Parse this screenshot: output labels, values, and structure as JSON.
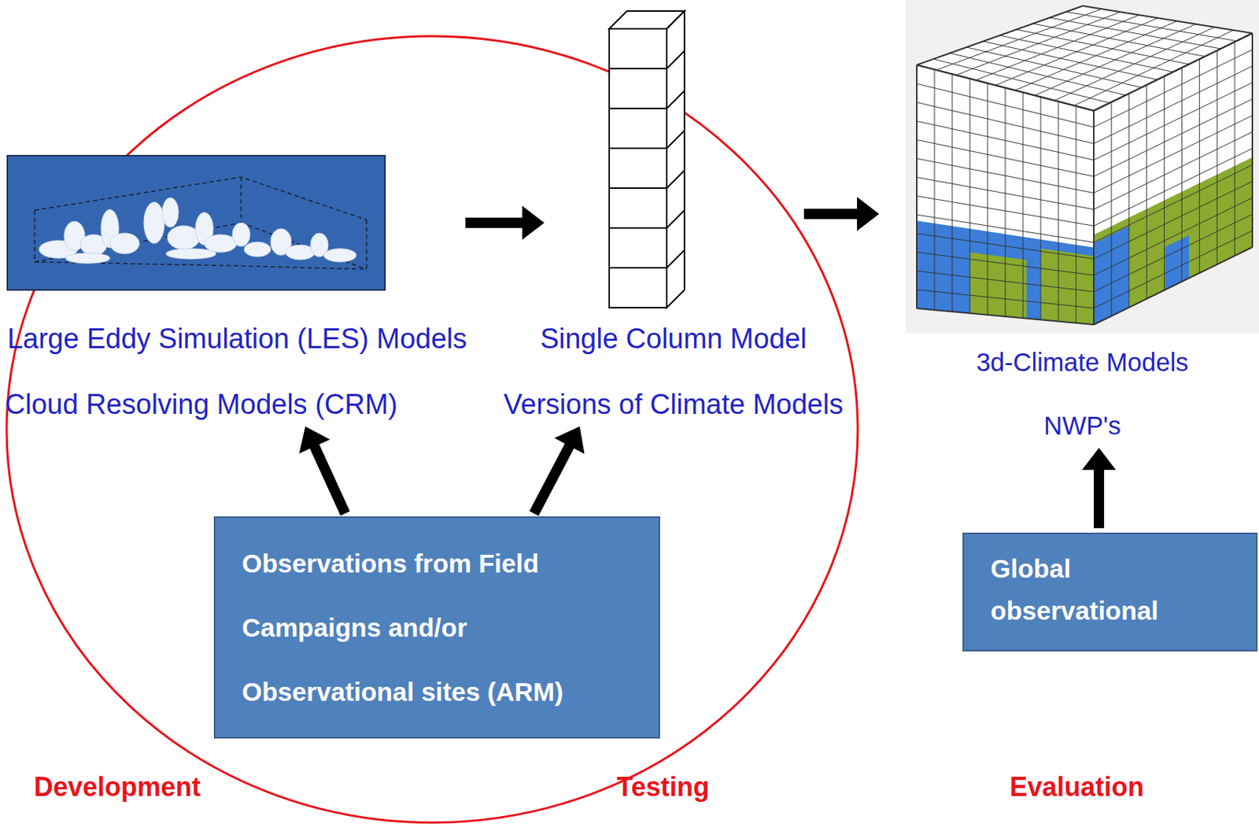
{
  "diagram": {
    "nodes": [
      {
        "text": [
          "Large Eddy Simulation (LES) Models",
          "Cloud Resolving Models (CRM)"
        ]
      },
      {
        "text": [
          "Single Column Model",
          "Versions of Climate Models"
        ]
      },
      {
        "text": [
          "3d-Climate Models",
          "NWP's"
        ]
      },
      {
        "text": [
          "Observations from Field Campaigns and/or Observational sites (ARM)"
        ]
      },
      {
        "text": [
          "Global observational"
        ]
      }
    ],
    "edges": [
      {
        "from": 0,
        "to": 1,
        "arrow": "to"
      },
      {
        "from": 1,
        "to": 2,
        "arrow": "to"
      },
      {
        "from": 3,
        "to": 0,
        "arrow": "to"
      },
      {
        "from": 3,
        "to": 1,
        "arrow": "to"
      },
      {
        "from": 4,
        "to": 2,
        "arrow": "to"
      }
    ],
    "labels": [
      "Development",
      "Testing",
      "Evaluation"
    ]
  }
}
